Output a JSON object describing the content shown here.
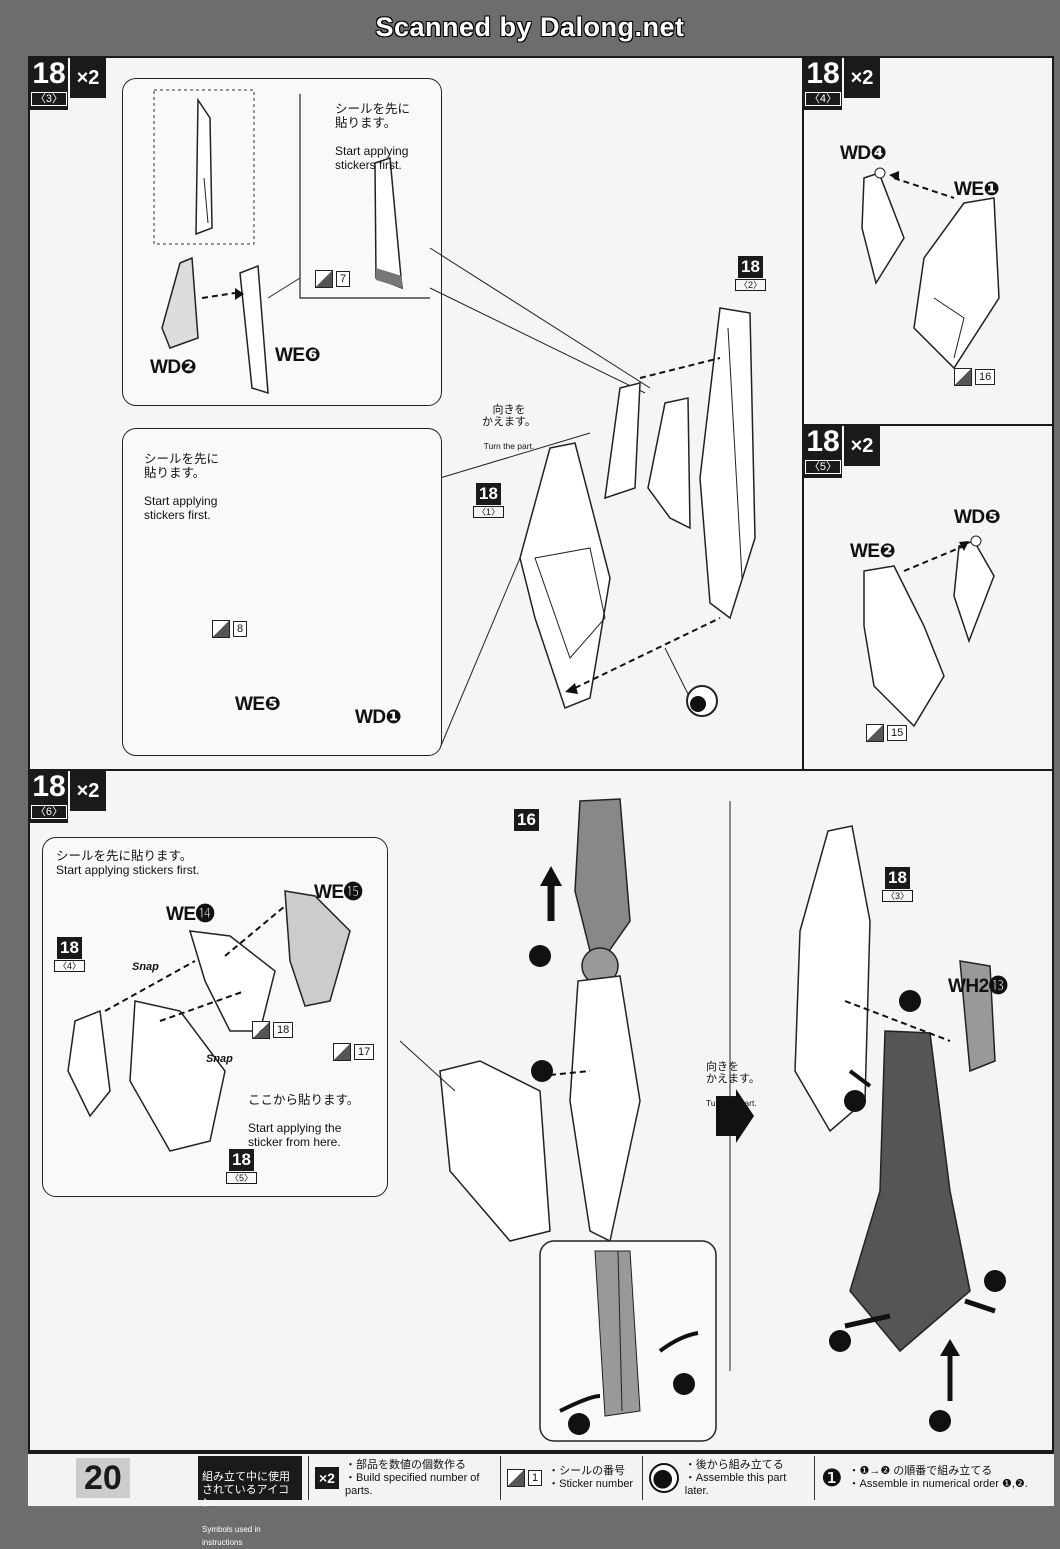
{
  "watermark": "Scanned by Dalong.net",
  "panels": {
    "p3": {
      "step": "18",
      "sub": "〈3〉",
      "multiplier": "×2",
      "inset_a": {
        "jp": "シールを先に\n貼ります。",
        "en": "Start applying\nstickers first.",
        "sticker": "7"
      },
      "inset_b": {
        "jp": "シールを先に\n貼ります。",
        "en": "Start applying\nstickers first.",
        "sticker": "8"
      },
      "labels": {
        "wd2": "WD❷",
        "we6": "WE❻",
        "we5": "WE❺",
        "wd1": "WD❶"
      },
      "turn": {
        "jp": "向きを\nかえます。",
        "en": "Turn the part."
      },
      "ref1": {
        "b": "18",
        "r": "〈1〉"
      },
      "ref2": {
        "b": "18",
        "r": "〈2〉"
      }
    },
    "p4": {
      "step": "18",
      "sub": "〈4〉",
      "multiplier": "×2",
      "labels": {
        "wd4": "WD❹",
        "we1": "WE❶"
      },
      "sticker": "16"
    },
    "p5": {
      "step": "18",
      "sub": "〈5〉",
      "multiplier": "×2",
      "labels": {
        "wd5": "WD❺",
        "we2": "WE❷"
      },
      "sticker": "15"
    },
    "p6": {
      "step": "18",
      "sub": "〈6〉",
      "multiplier": "×2",
      "inset": {
        "jp": "シールを先に貼ります。",
        "en": "Start applying stickers first.",
        "here_jp": "ここから貼ります。",
        "here_en": "Start applying the\nsticker from here.",
        "sticker_a": "18",
        "sticker_b": "17"
      },
      "labels": {
        "we14": "WE⓮",
        "we15": "WE⓯",
        "wh2": "WH2⓭"
      },
      "snap": "Snap",
      "ref4": {
        "b": "18",
        "r": "〈4〉"
      },
      "ref5": {
        "b": "18",
        "r": "〈5〉"
      },
      "ref3": {
        "b": "18",
        "r": "〈3〉"
      },
      "ref16": {
        "b": "16"
      },
      "turn": {
        "jp": "向きを\nかえます。",
        "en": "Turn the part."
      }
    }
  },
  "footer": {
    "page_number": "20",
    "legend_jp": "組み立て中に使用\nされているアイコン",
    "legend_en": "Symbols used in instructions",
    "items": [
      {
        "icon": "×2",
        "jp": "・部品を数値の個数作る",
        "en": "・Build specified number of parts."
      },
      {
        "icon": "1",
        "jp": "・シールの番号",
        "en": "・Sticker number"
      },
      {
        "icon": "later",
        "jp": "・後から組み立てる",
        "en": "・Assemble this part later."
      },
      {
        "icon": "❶",
        "jp": "・❶→❷ の順番で組み立てる",
        "en": "・Assemble in numerical order ❶,❷."
      }
    ]
  }
}
